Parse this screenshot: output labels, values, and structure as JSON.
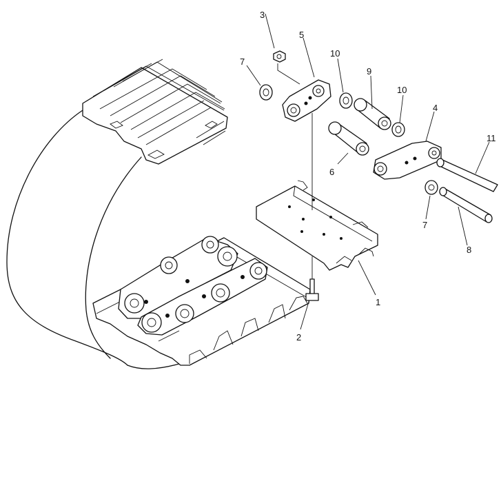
{
  "callouts": [
    {
      "id": "1",
      "label": "1"
    },
    {
      "id": "2",
      "label": "2"
    },
    {
      "id": "3",
      "label": "3"
    },
    {
      "id": "4",
      "label": "4"
    },
    {
      "id": "5",
      "label": "5"
    },
    {
      "id": "6",
      "label": "6"
    },
    {
      "id": "7a",
      "label": "7"
    },
    {
      "id": "7b",
      "label": "7"
    },
    {
      "id": "8",
      "label": "8"
    },
    {
      "id": "9",
      "label": "9"
    },
    {
      "id": "10a",
      "label": "10"
    },
    {
      "id": "10b",
      "label": "10"
    },
    {
      "id": "11",
      "label": "11"
    }
  ],
  "colors": {
    "ink": "#111111",
    "paper": "#ffffff"
  }
}
